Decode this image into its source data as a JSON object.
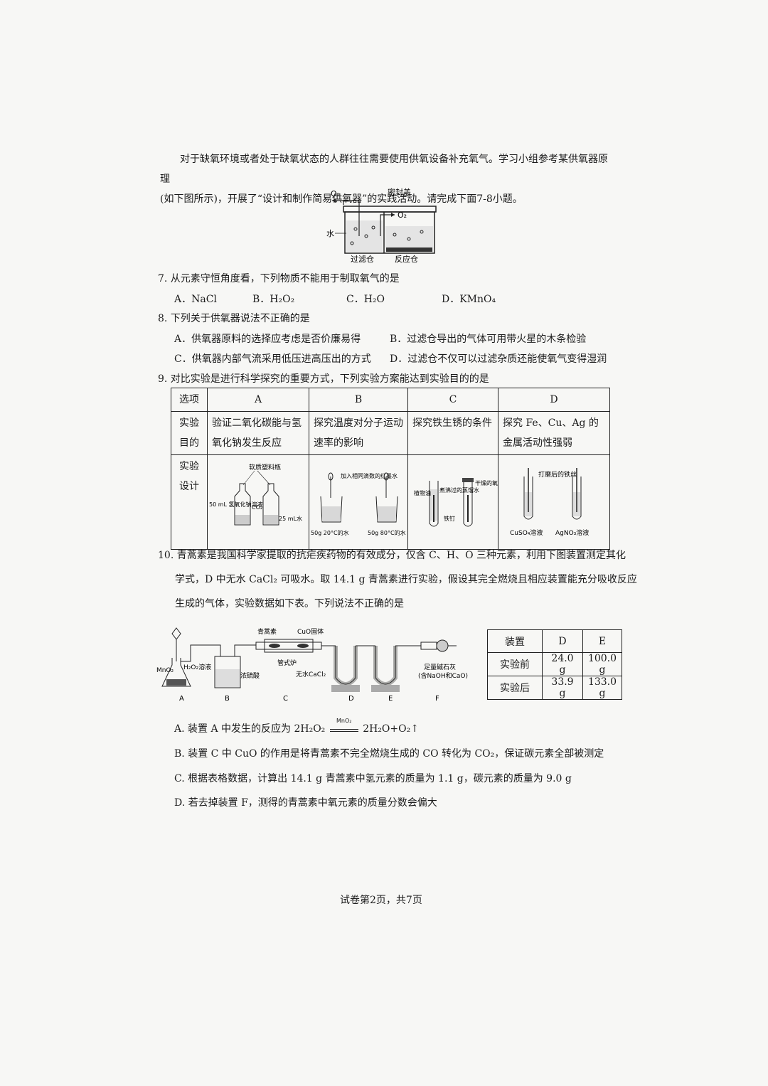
{
  "intro": {
    "line1": "对于缺氧环境或者处于缺氧状态的人群往往需要使用供氧设备补充氧气。学习小组参考某供氧器原理",
    "line2": "(如下图所示)，开展了“设计和制作简易供氧器”的实践活动。请完成下面7-8小题。"
  },
  "fig1": {
    "o2_out": "O₂",
    "lid": "密封盖",
    "o2_in": "O₂",
    "water": "水",
    "filter": "过滤仓",
    "reaction": "反应仓"
  },
  "q7": {
    "stem": "7. 从元素守恒角度看，下列物质不能用于制取氧气的是",
    "a": "A．NaCl",
    "b": "B．H₂O₂",
    "c": "C．H₂O",
    "d": "D．KMnO₄"
  },
  "q8": {
    "stem": "8. 下列关于供氧器说法不正确的是",
    "a": "A．供氧器原料的选择应考虑是否价廉易得",
    "b": "B．过滤仓导出的气体可用带火星的木条检验",
    "c": "C．供氧器内部气流采用低压进高压出的方式",
    "d": "D．过滤仓不仅可以过滤杂质还能使氧气变得湿润"
  },
  "q9": {
    "stem": "9. 对比实验是进行科学探究的重要方式，下列实验方案能达到实验目的的是",
    "header": [
      "选项",
      "A",
      "B",
      "C",
      "D"
    ],
    "aim_label": "实验目的",
    "aims": [
      "验证二氧化碳能与氢氧化钠发生反应",
      "探究温度对分子运动速率的影响",
      "探究铁生锈的条件",
      "探究 Fe、Cu、Ag 的金属活动性强弱"
    ],
    "design_label": "实验设计",
    "designA": {
      "bottle": "软质塑料瓶",
      "naoh": "50 mL 氢氧化钠溶液",
      "co2": "CO₂",
      "water": "25 mL水"
    },
    "designB": {
      "drops": "加入相同滴数的红墨水",
      "cold": "50g 20°C的水",
      "hot": "50g 80°C的水"
    },
    "designC": {
      "oil": "植物油",
      "boiled": "煮沸过的蒸馏水",
      "dry": "干燥的氧气",
      "nail": "铁钉"
    },
    "designD": {
      "wire": "打磨后的铁丝",
      "cu": "CuSO₄溶液",
      "ag": "AgNO₃溶液"
    }
  },
  "q10": {
    "line1": "10. 青蒿素是我国科学家提取的抗疟疾药物的有效成分，仅含 C、H、O 三种元素，利用下图装置测定其化",
    "line2": "学式，D 中无水 CaCl₂ 可吸水。取 14.1 g 青蒿素进行实验，假设其完全燃烧且相应装置能充分吸收反应",
    "line3": "生成的气体，实验数据如下表。下列说法不正确的是",
    "apparatus": {
      "mno2": "MnO₂",
      "h2o2": "H₂O₂溶液",
      "artemisinin": "青蒿素",
      "cuo": "CuO固体",
      "furnace": "管式炉",
      "acid": "浓硫酸",
      "cacl2": "无水CaCl₂",
      "soda1": "足量碱石灰",
      "soda2": "(含NaOH和CaO)",
      "labels": [
        "A",
        "B",
        "C",
        "D",
        "E",
        "F"
      ]
    },
    "table": {
      "header": [
        "装置",
        "D",
        "E"
      ],
      "rows": [
        [
          "实验前",
          "24.0 g",
          "100.0 g"
        ],
        [
          "实验后",
          "33.9 g",
          "133.0 g"
        ]
      ]
    },
    "a_pre": "A. 装置 A 中发生的反应为 2H₂O₂",
    "a_cat": "MnO₂",
    "a_post": "2H₂O+O₂↑",
    "b": "B. 装置 C 中 CuO 的作用是将青蒿素不完全燃烧生成的 CO 转化为 CO₂，保证碳元素全部被测定",
    "c": "C. 根据表格数据，计算出 14.1 g 青蒿素中氢元素的质量为 1.1 g，碳元素的质量为 9.0 g",
    "d": "D. 若去掉装置 F，测得的青蒿素中氧元素的质量分数会偏大"
  },
  "footer": "试卷第2页，共7页"
}
